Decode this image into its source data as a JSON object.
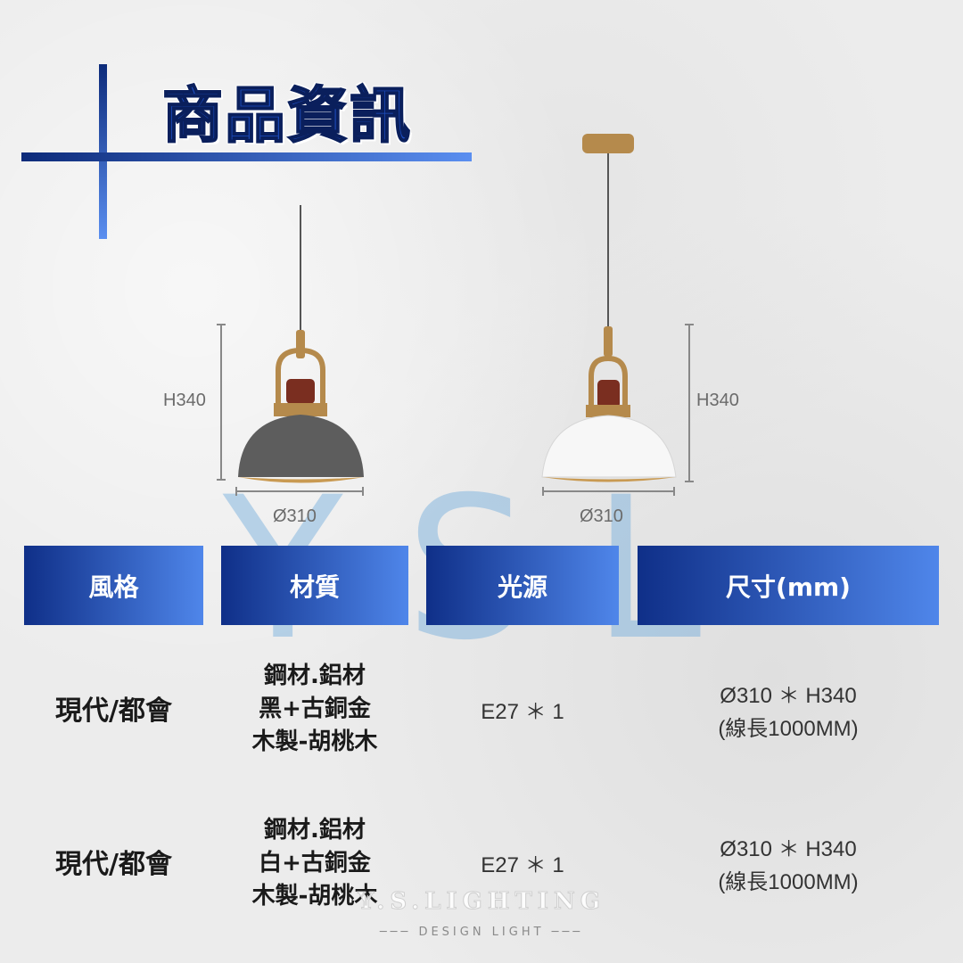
{
  "title": "商品資訊",
  "watermark": "YSL",
  "lamps": [
    {
      "height_label": "H340",
      "diameter_label": "Ø310"
    },
    {
      "height_label": "H340",
      "diameter_label": "Ø310"
    }
  ],
  "headers": {
    "style": "風格",
    "material": "材質",
    "light": "光源",
    "size": "尺寸(mm)"
  },
  "rows": [
    {
      "style": "現代/都會",
      "material": [
        "鋼材.鋁材",
        "黑+古銅金",
        "木製-胡桃木"
      ],
      "light": "E27 ＊ 1",
      "size": [
        "Ø310 ＊ H340",
        "(線長1000MM)"
      ]
    },
    {
      "style": "現代/都會",
      "material": [
        "鋼材.鋁材",
        "白+古銅金",
        "木製-胡桃木"
      ],
      "light": "E27 ＊ 1",
      "size": [
        "Ø310 ＊ H340",
        "(線長1000MM)"
      ]
    }
  ],
  "logo": {
    "brand": "Y.S.LIGHTING",
    "tagline": "DESIGN LIGHT"
  },
  "colors": {
    "accent_dark": "#0f2f88",
    "accent_light": "#4f86ea",
    "lamp_dark": "#5a5a5a",
    "lamp_white": "#f7f7f7",
    "brass": "#b58a4c"
  }
}
